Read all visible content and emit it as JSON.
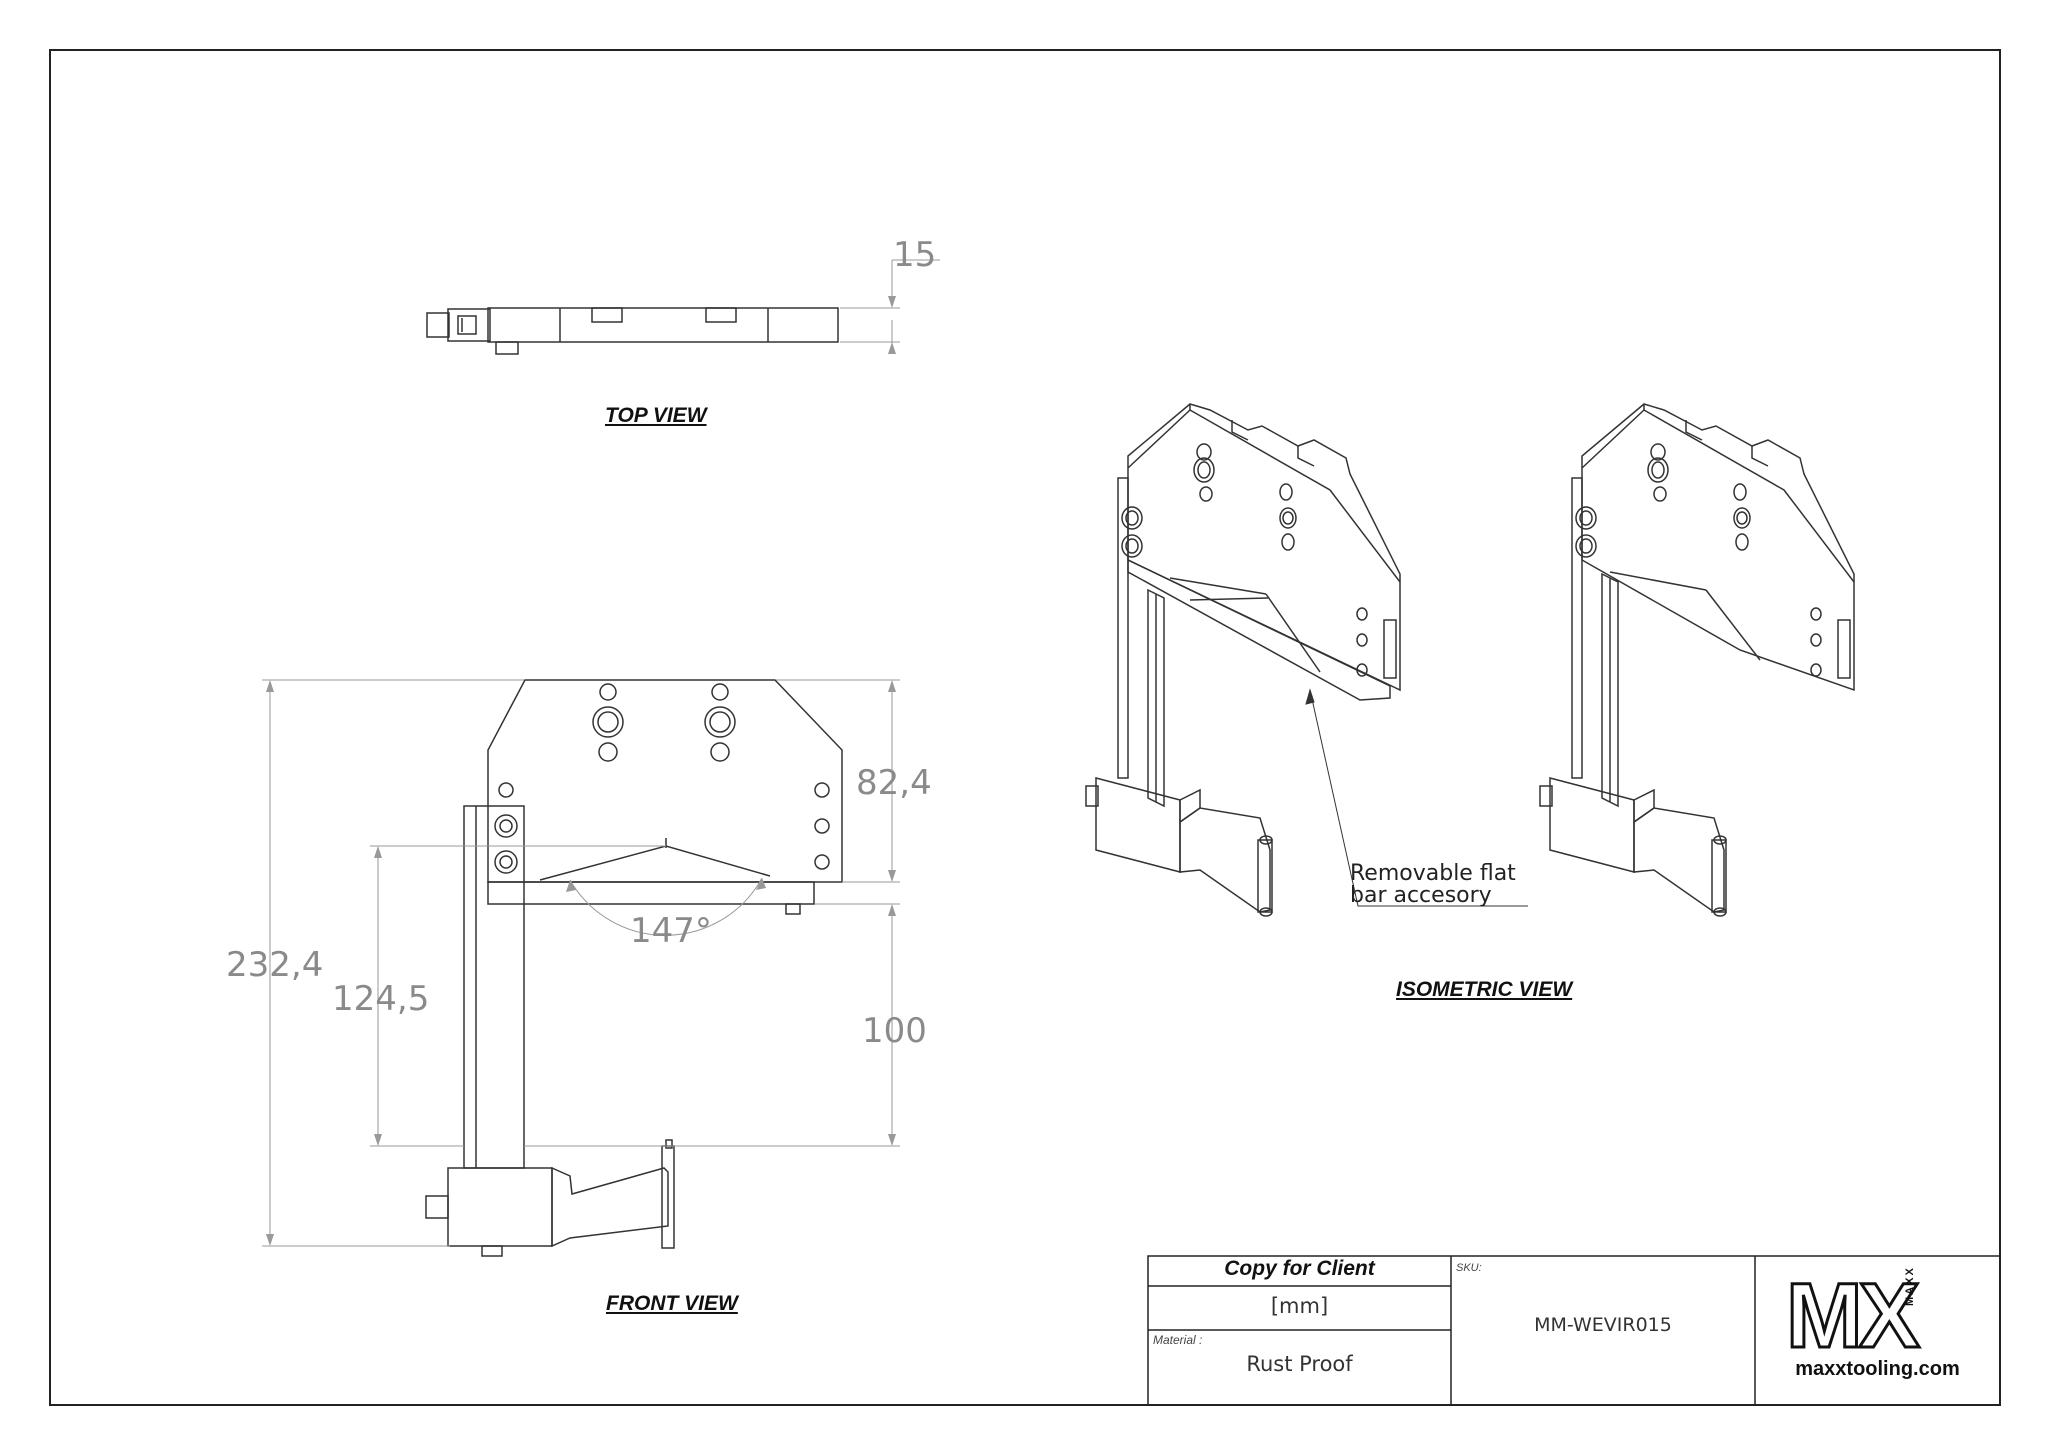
{
  "views": {
    "top": "TOP VIEW",
    "front": "FRONT VIEW",
    "isometric": "ISOMETRIC VIEW"
  },
  "dimensions": {
    "top_thickness": "15",
    "plate_height": "82,4",
    "overall_height": "232,4",
    "inner_height": "124,5",
    "column_height": "100",
    "angle": "147°"
  },
  "callout": {
    "line1": "Removable flat",
    "line2": "bar accesory"
  },
  "title_block": {
    "copy_label": "Copy for Client",
    "units": "[mm]",
    "material_label": "Material :",
    "material_value": "Rust Proof",
    "sku_label": "SKU:",
    "sku_value": "MM-WEVIR015",
    "logo_letters": "MX",
    "logo_vertical": "MAXX",
    "website": "maxxtooling.com"
  },
  "colors": {
    "line": "#333333",
    "dimension": "#8a8a8a",
    "border": "#222222"
  }
}
